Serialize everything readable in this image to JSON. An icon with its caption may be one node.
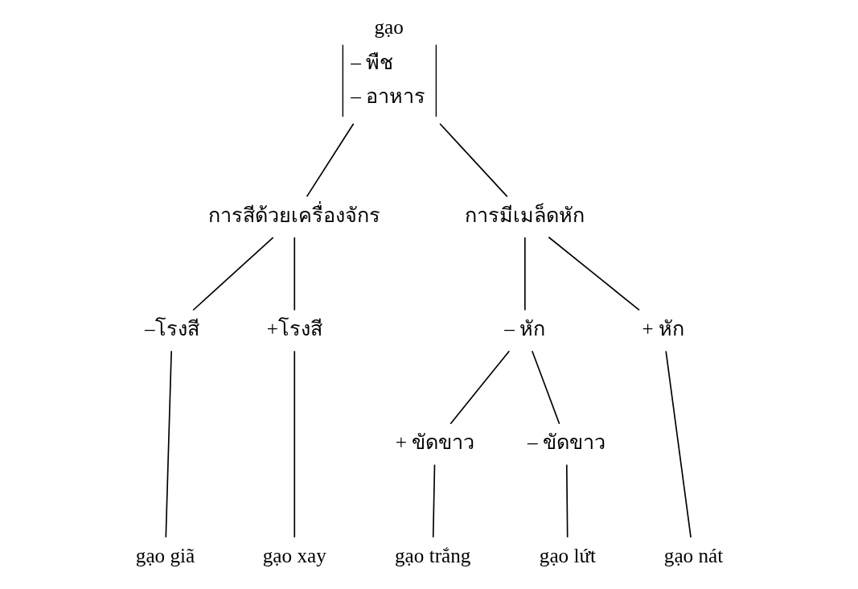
{
  "diagram": {
    "nodes": [
      {
        "text": [
          "gạo",
          "– พืช",
          "– อาหาร"
        ]
      },
      {
        "text": [
          "การสีด้วยเครื่องจักร"
        ]
      },
      {
        "text": [
          "การมีเมล็ดหัก"
        ]
      },
      {
        "text": [
          "–โรงสี"
        ]
      },
      {
        "text": [
          "+โรงสี"
        ]
      },
      {
        "text": [
          "– หัก"
        ]
      },
      {
        "text": [
          "+ หัก"
        ]
      },
      {
        "text": [
          "+ ขัดขาว"
        ]
      },
      {
        "text": [
          "– ขัดขาว"
        ]
      },
      {
        "text": [
          "gạo giã"
        ]
      },
      {
        "text": [
          "gạo xay"
        ]
      },
      {
        "text": [
          "gạo trắng"
        ]
      },
      {
        "text": [
          "gạo lứt"
        ]
      },
      {
        "text": [
          "gạo nát"
        ]
      }
    ],
    "edges": [
      {
        "from": 0,
        "to": 1,
        "arrow": "none"
      },
      {
        "from": 0,
        "to": 2,
        "arrow": "none"
      },
      {
        "from": 1,
        "to": 3,
        "arrow": "none"
      },
      {
        "from": 1,
        "to": 4,
        "arrow": "none"
      },
      {
        "from": 2,
        "to": 5,
        "arrow": "none"
      },
      {
        "from": 2,
        "to": 6,
        "arrow": "none"
      },
      {
        "from": 5,
        "to": 7,
        "arrow": "none"
      },
      {
        "from": 5,
        "to": 8,
        "arrow": "none"
      },
      {
        "from": 3,
        "to": 9,
        "arrow": "none"
      },
      {
        "from": 4,
        "to": 10,
        "arrow": "none"
      },
      {
        "from": 7,
        "to": 11,
        "arrow": "none"
      },
      {
        "from": 8,
        "to": 12,
        "arrow": "none"
      },
      {
        "from": 6,
        "to": 13,
        "arrow": "none"
      }
    ]
  }
}
